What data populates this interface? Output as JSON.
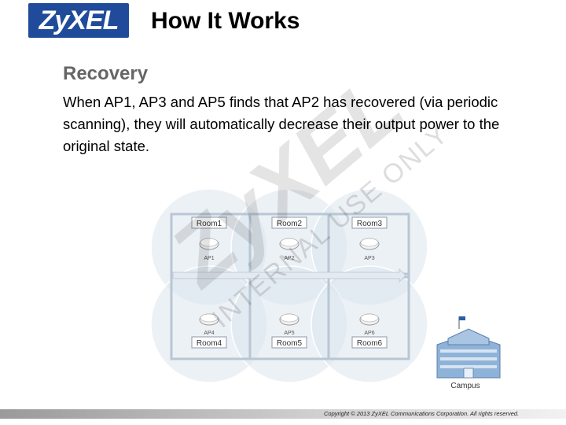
{
  "logo": {
    "text": "ZyXEL",
    "color": "#1f4b9a"
  },
  "header": {
    "title": "How It Works"
  },
  "slide": {
    "subtitle": "Recovery",
    "body": "When AP1, AP3 and AP5 finds that AP2 has recovered (via periodic scanning), they will automatically decrease their output power to the original state."
  },
  "watermark": {
    "brand": "ZyXEL",
    "label": "INTERNAL USE ONLY"
  },
  "diagram": {
    "rooms": [
      {
        "room": "Room1",
        "ap": "AP1"
      },
      {
        "room": "Room2",
        "ap": "AP2"
      },
      {
        "room": "Room3",
        "ap": "AP3"
      },
      {
        "room": "Room4",
        "ap": "AP4"
      },
      {
        "room": "Room5",
        "ap": "AP5"
      },
      {
        "room": "Room6",
        "ap": "AP6"
      }
    ],
    "campus_label": "Campus"
  },
  "footer": {
    "copyright": "Copyright © 2013 ZyXEL Communications Corporation. All rights reserved."
  }
}
